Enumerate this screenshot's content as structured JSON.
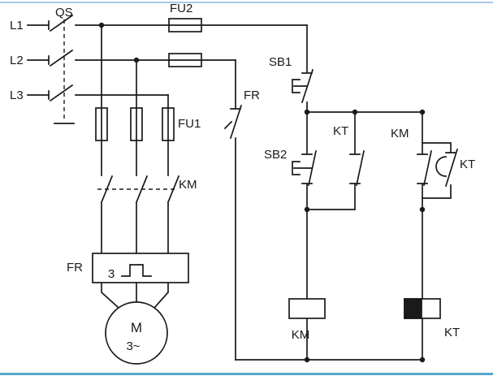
{
  "figure": {
    "type": "electrical-schematic",
    "description": "Three-phase motor control circuit with knife switch, fuses, contactor, time relay and thermal overload relay",
    "background": "#ffffff",
    "line_color": "#1a1a1a",
    "accent_border_top": "#aac9e4",
    "accent_border_bottom": "#55a7cb"
  },
  "labels": {
    "l1": "L1",
    "l2": "L2",
    "l3": "L3",
    "qs": "QS",
    "fu2": "FU2",
    "fu1": "FU1",
    "km_main_contacts": "KM",
    "fr_overload_box": "FR",
    "fr_box_poles": "3",
    "fr_nc_contact": "FR",
    "sb1": "SB1",
    "sb2": "SB2",
    "kt_no_contact": "KT",
    "km_aux_contact": "KM",
    "kt_nc_delayed_contact": "KT",
    "km_coil": "KM",
    "kt_coil": "KT",
    "motor": "M",
    "motor_phases": "3~"
  }
}
